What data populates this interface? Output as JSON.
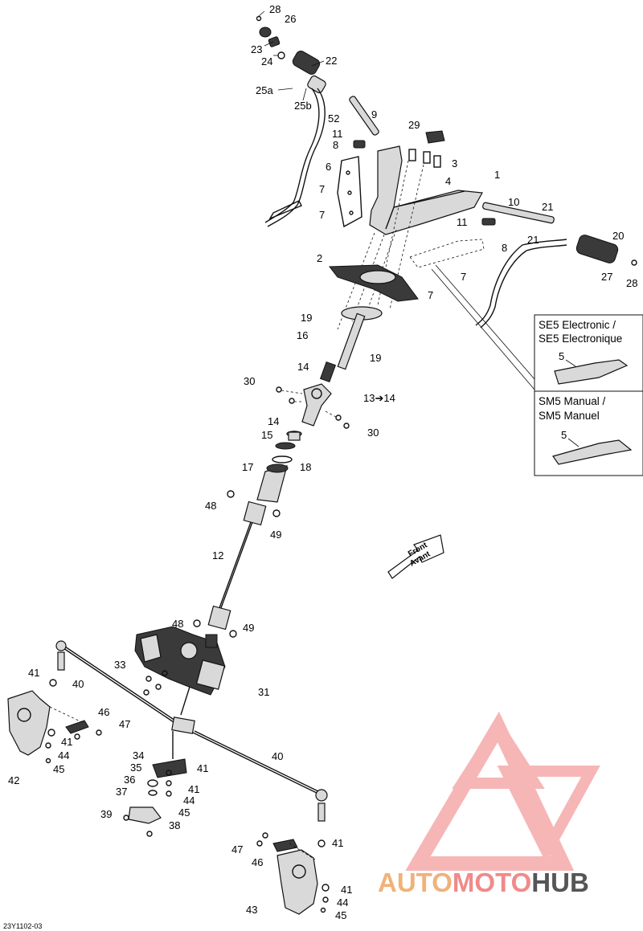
{
  "diagram": {
    "reference_code": "23Y1102-03",
    "front_arrow": {
      "line1": "Front",
      "line2": "Avant"
    },
    "variants": [
      {
        "title_line1": "SE5 Electronic /",
        "title_line2": "SE5 Electronique",
        "part": "5"
      },
      {
        "title_line1": "SM5 Manual /",
        "title_line2": "SM5 Manuel",
        "part": "5"
      }
    ],
    "callouts": [
      "28",
      "26",
      "23",
      "24",
      "22",
      "25a",
      "25b",
      "9",
      "52",
      "29",
      "11",
      "8",
      "3",
      "6",
      "4",
      "1",
      "7",
      "7",
      "10",
      "21",
      "11",
      "21",
      "8",
      "20",
      "7",
      "27",
      "28",
      "2",
      "7",
      "19",
      "16",
      "19",
      "14",
      "30",
      "13➔14",
      "14",
      "30",
      "15",
      "18",
      "17",
      "48",
      "49",
      "12",
      "48",
      "49",
      "33",
      "31",
      "41",
      "40",
      "46",
      "47",
      "41",
      "44",
      "45",
      "42",
      "34",
      "41",
      "35",
      "36",
      "41",
      "44",
      "37",
      "45",
      "39",
      "38",
      "40",
      "41",
      "47",
      "46",
      "41",
      "44",
      "43",
      "45"
    ]
  },
  "watermark": {
    "part1": "AUTO",
    "part2": "MOTO",
    "part3": "HUB",
    "color1": "#f0b27a",
    "color2": "#f08a8a",
    "color3": "#555555",
    "logo_color": "#f07c7c"
  }
}
